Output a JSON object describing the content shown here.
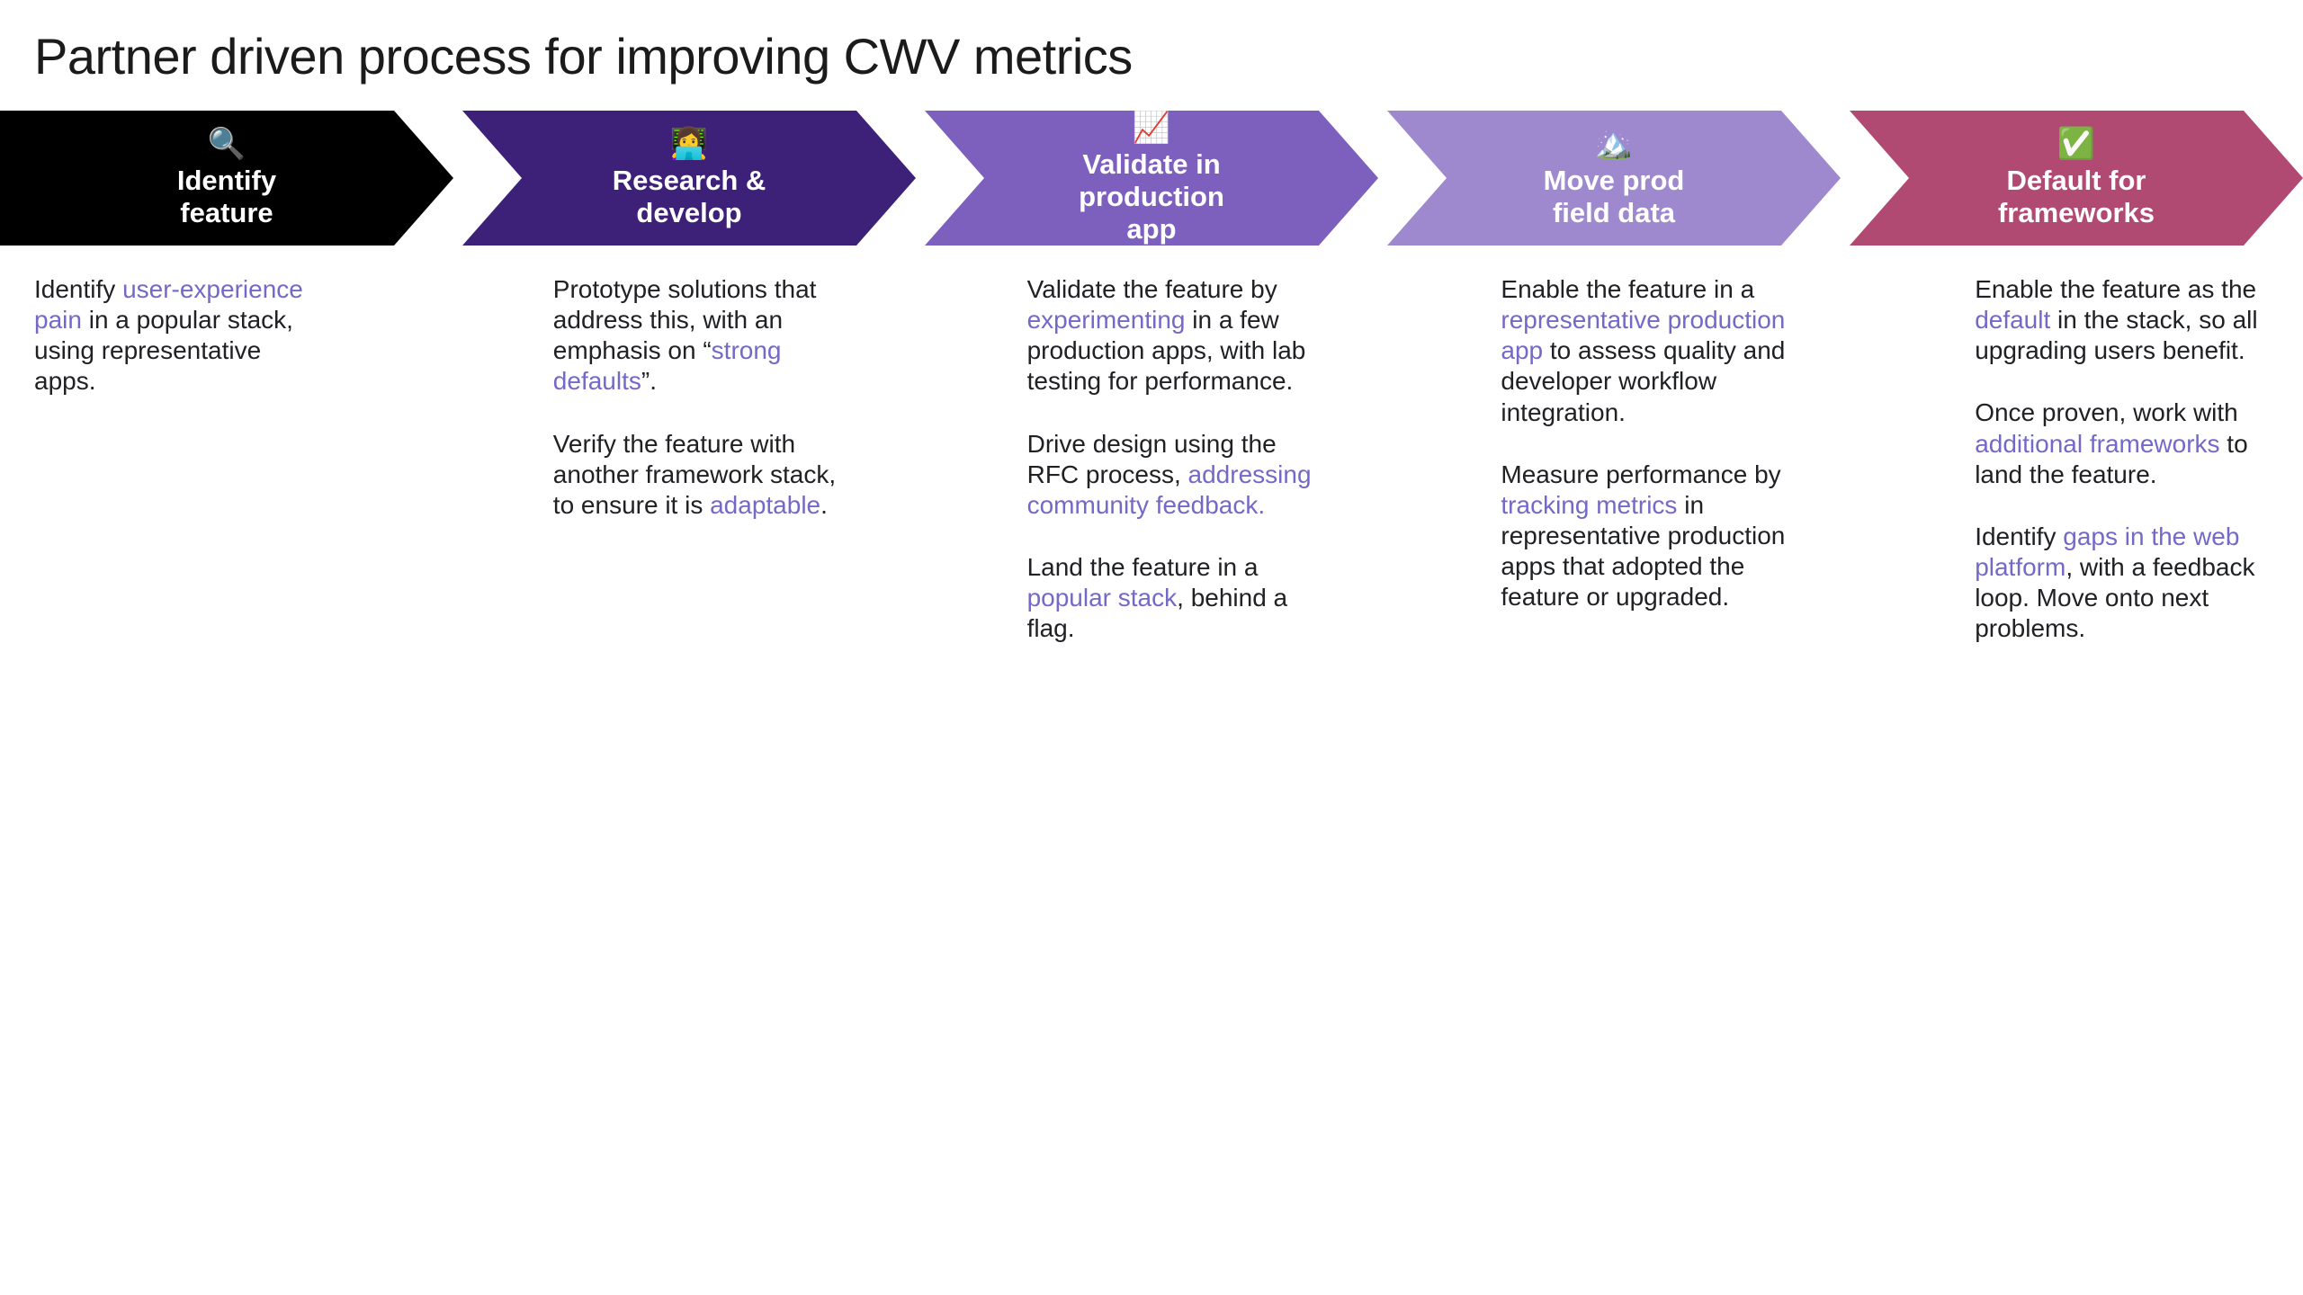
{
  "page": {
    "title": "Partner driven process for improving CWV metrics"
  },
  "steps": [
    {
      "icon": "🔍",
      "icon_name": "magnifying-glass-icon",
      "label": "Identify\nfeature",
      "color": "#000000",
      "paragraphs": [
        [
          {
            "t": "Identify "
          },
          {
            "t": "user-experience pain",
            "hl": true
          },
          {
            "t": " in a popular stack, using representative apps."
          }
        ]
      ]
    },
    {
      "icon": "👩‍💻",
      "icon_name": "woman-technologist-icon",
      "label": "Research &\ndevelop",
      "color": "#3d2179",
      "paragraphs": [
        [
          {
            "t": "Prototype solutions that address this, with an emphasis on “"
          },
          {
            "t": "strong defaults",
            "hl": true
          },
          {
            "t": "”."
          }
        ],
        [
          {
            "t": "Verify the feature with another framework stack, to ensure it is "
          },
          {
            "t": "adaptable",
            "hl": true
          },
          {
            "t": "."
          }
        ]
      ]
    },
    {
      "icon": "📈",
      "icon_name": "chart-increasing-icon",
      "label": "Validate in\nproduction\napp",
      "color": "#7d5fbe",
      "paragraphs": [
        [
          {
            "t": "Validate the feature by "
          },
          {
            "t": "experimenting",
            "hl": true
          },
          {
            "t": " in a few production apps, with lab testing for performance."
          }
        ],
        [
          {
            "t": "Drive design using the RFC process, "
          },
          {
            "t": "addressing community feedback.",
            "hl": true
          }
        ],
        [
          {
            "t": "Land the feature in a "
          },
          {
            "t": "popular stack",
            "hl": true
          },
          {
            "t": ", behind a flag."
          }
        ]
      ]
    },
    {
      "icon": "🏔️",
      "icon_name": "mountain-icon",
      "label": "Move prod\nfield data",
      "color": "#9e89ce",
      "paragraphs": [
        [
          {
            "t": "Enable the feature in a "
          },
          {
            "t": "representative production app",
            "hl": true
          },
          {
            "t": " to assess quality and developer workflow integration."
          }
        ],
        [
          {
            "t": "Measure performance by "
          },
          {
            "t": "tracking metrics",
            "hl": true
          },
          {
            "t": " in representative production apps that adopted the feature or upgraded."
          }
        ]
      ]
    },
    {
      "icon": "✅",
      "icon_name": "check-mark-icon",
      "label": "Default for\nframeworks",
      "color": "#b14a73",
      "paragraphs": [
        [
          {
            "t": "Enable the feature as the "
          },
          {
            "t": "default",
            "hl": true
          },
          {
            "t": " in the stack, so all upgrading users benefit."
          }
        ],
        [
          {
            "t": "Once proven, work with "
          },
          {
            "t": "additional frameworks",
            "hl": true
          },
          {
            "t": " to land the feature."
          }
        ],
        [
          {
            "t": "Identify "
          },
          {
            "t": "gaps in the web platform",
            "hl": true
          },
          {
            "t": ", with a feedback loop. Move onto next problems."
          }
        ]
      ]
    }
  ]
}
